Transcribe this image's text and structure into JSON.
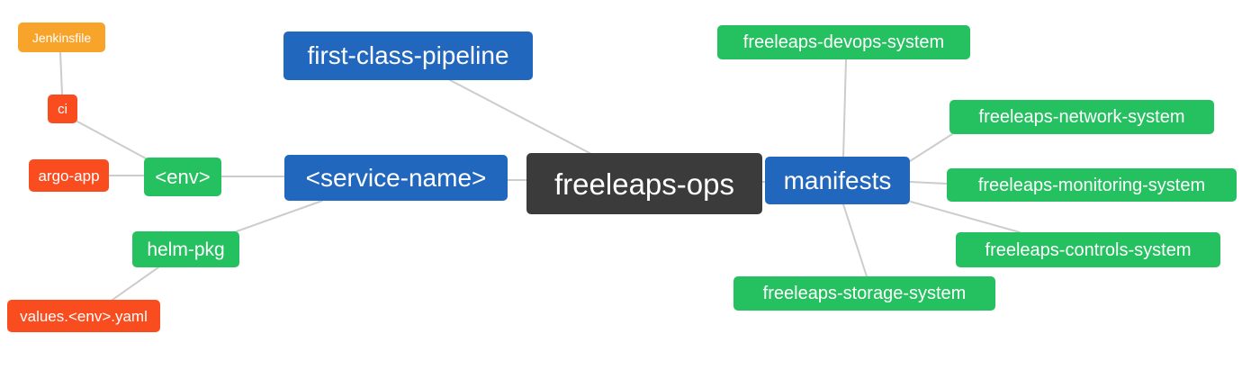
{
  "diagram": {
    "type": "mindmap",
    "background": "#ffffff",
    "edge_color": "#cccccc",
    "palette": {
      "root_dark": "#3b3b3b",
      "branch_blue": "#2267be",
      "leaf_green": "#25c05f",
      "leaf_orange": "#f8a42b",
      "leaf_red": "#f94d20",
      "text": "#ffffff"
    },
    "nodes": {
      "root": {
        "label": "freeleaps-ops",
        "color": "#3b3b3b"
      },
      "first_class_pipeline": {
        "label": "first-class-pipeline",
        "color": "#2267be"
      },
      "service_name": {
        "label": "<service-name>",
        "color": "#2267be"
      },
      "manifests": {
        "label": "manifests",
        "color": "#2267be"
      },
      "env": {
        "label": "<env>",
        "color": "#25c05f"
      },
      "helm_pkg": {
        "label": "helm-pkg",
        "color": "#25c05f"
      },
      "ci": {
        "label": "ci",
        "color": "#f94d20"
      },
      "argo_app": {
        "label": "argo-app",
        "color": "#f94d20"
      },
      "values_env_yaml": {
        "label": "values.<env>.yaml",
        "color": "#f94d20"
      },
      "jenkinsfile": {
        "label": "Jenkinsfile",
        "color": "#f8a42b"
      },
      "devops_system": {
        "label": "freeleaps-devops-system",
        "color": "#25c05f"
      },
      "network_system": {
        "label": "freeleaps-network-system",
        "color": "#25c05f"
      },
      "monitoring_system": {
        "label": "freeleaps-monitoring-system",
        "color": "#25c05f"
      },
      "controls_system": {
        "label": "freeleaps-controls-system",
        "color": "#25c05f"
      },
      "storage_system": {
        "label": "freeleaps-storage-system",
        "color": "#25c05f"
      }
    },
    "edges": [
      {
        "from": "jenkinsfile",
        "to": "ci"
      },
      {
        "from": "ci",
        "to": "env"
      },
      {
        "from": "argo_app",
        "to": "env"
      },
      {
        "from": "env",
        "to": "service_name"
      },
      {
        "from": "service_name",
        "to": "helm_pkg"
      },
      {
        "from": "helm_pkg",
        "to": "values_env_yaml"
      },
      {
        "from": "first_class_pipeline",
        "to": "root"
      },
      {
        "from": "service_name",
        "to": "root"
      },
      {
        "from": "root",
        "to": "manifests"
      },
      {
        "from": "manifests",
        "to": "devops_system"
      },
      {
        "from": "manifests",
        "to": "network_system"
      },
      {
        "from": "manifests",
        "to": "monitoring_system"
      },
      {
        "from": "manifests",
        "to": "controls_system"
      },
      {
        "from": "manifests",
        "to": "storage_system"
      }
    ]
  }
}
